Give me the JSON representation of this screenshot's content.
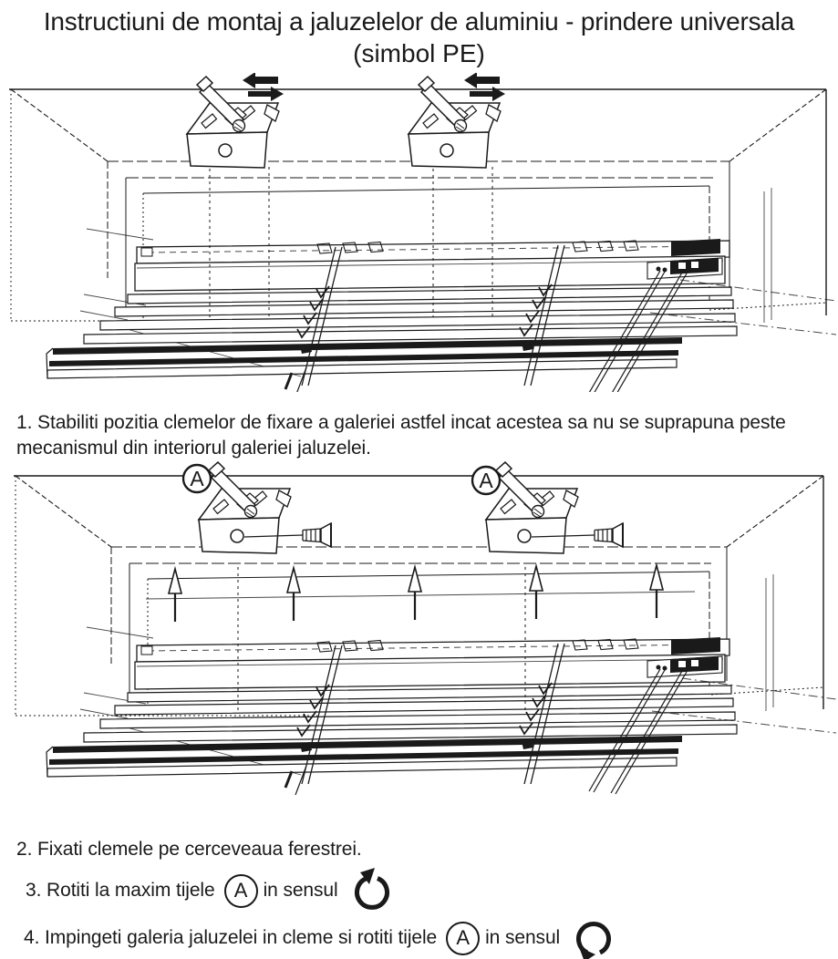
{
  "title": {
    "line1": "Instructiuni de montaj a jaluzelelor de aluminiu - prindere universala",
    "line2": "(simbol PE)"
  },
  "instructions": {
    "step1": "1. Stabiliti pozitia clemelor de fixare a galeriei astfel incat acestea sa nu se suprapuna peste mecanismul din interiorul galeriei jaluzelei.",
    "step2": "2. Fixati clemele pe cerceveaua ferestrei.",
    "step3_prefix": "3. Rotiti la maxim tijele",
    "step3_suffix": "in sensul",
    "step4_prefix": "4. Impingeti galeria jaluzelei in cleme si rotiti tijele",
    "step4_suffix": "in sensul",
    "marker": "A"
  },
  "diagram_labels": {
    "bracket_marker": "A"
  },
  "colors": {
    "ink": "#1a1a1a",
    "paper": "#ffffff"
  }
}
